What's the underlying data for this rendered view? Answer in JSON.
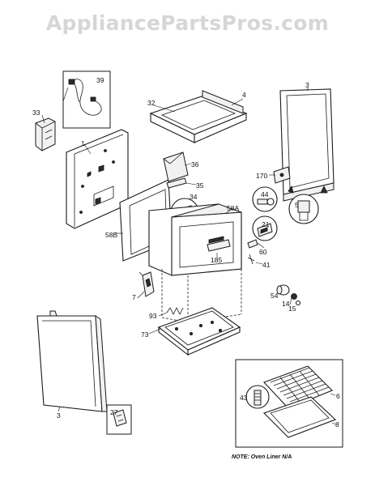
{
  "watermark": "AppliancePartsPros.com",
  "note": "NOTE: Oven Liner N/A",
  "part_labels": {
    "p39": "39",
    "p33": "33",
    "p32": "32",
    "p4": "4",
    "p3_top": "3",
    "p1": "1",
    "p36": "36",
    "p35": "35",
    "p34": "34",
    "p58A": "58A",
    "p58B": "58B",
    "p170": "170",
    "p44": "44",
    "p5": "5",
    "p21": "21",
    "p60": "60",
    "p185": "185",
    "p41": "41",
    "p7": "7",
    "p54": "54",
    "p14": "14",
    "p15": "15",
    "p93": "93",
    "p73": "73",
    "p3_bottom": "3",
    "p27": "27",
    "p43": "43",
    "p6": "6",
    "p8": "8"
  }
}
